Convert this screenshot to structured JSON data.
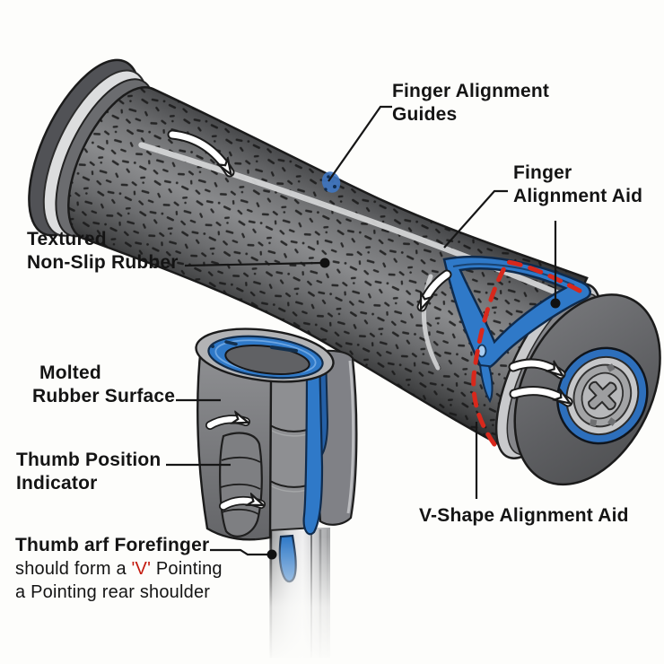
{
  "diagram": {
    "background": "#fdfdfb",
    "colors": {
      "accent_blue": "#2f79c8",
      "alert_red": "#d8281c",
      "highlight_red_text": "#c41a0e",
      "ink": "#141414",
      "grip_gray": "#8a8b8d",
      "silver": "#d3d4d5"
    },
    "labels": {
      "finger_alignment_guides": {
        "line1": "Finger Alignment",
        "line2": "Guides"
      },
      "finger_alignment_aid": {
        "line1": "Finger",
        "line2": "Alignment Aid"
      },
      "textured_non_slip_rubber": {
        "line1": "Textured",
        "line2": "Non-Slip Rubber"
      },
      "molted_rubber_surface": {
        "line1": "Molted",
        "line2": "Rubber Surface"
      },
      "thumb_position_indicator": {
        "line1": "Thumb Position",
        "line2": "Indicator"
      },
      "thumb_v_note": {
        "line1": "Thumb arf Forefinger",
        "line2_pre": "should form a ",
        "line2_v": "'V'",
        "line2_post": " Pointing",
        "line3": "a Pointing rear shoulder"
      },
      "v_shape_alignment_aid": {
        "line1": "V-Shape Alignment Aid"
      }
    }
  }
}
